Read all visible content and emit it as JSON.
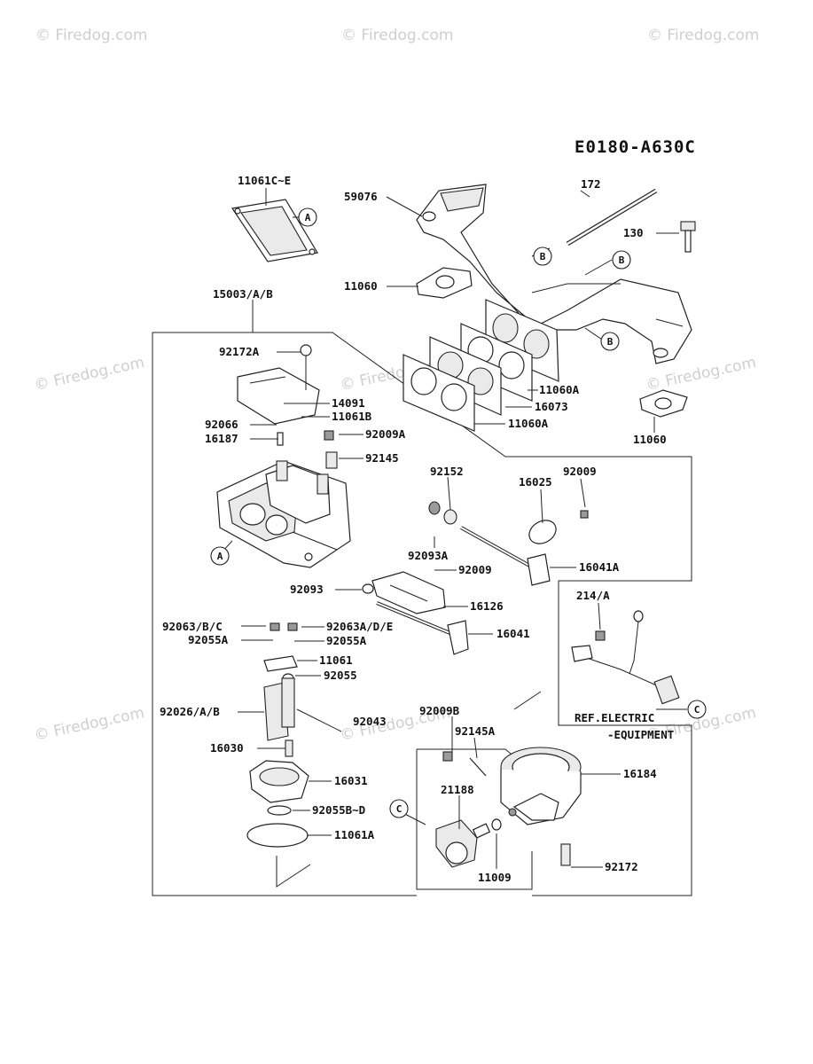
{
  "diagram": {
    "code": "E0180-A630C",
    "watermark": "© Firedog.com",
    "ref_note": {
      "line1": "REF.ELECTRIC",
      "line2": "-EQUIPMENT"
    },
    "markers": [
      "A",
      "B",
      "C"
    ],
    "labels": [
      {
        "id": "l1",
        "text": "11061C~E"
      },
      {
        "id": "l2",
        "text": "15003/A/B"
      },
      {
        "id": "l3",
        "text": "92172A"
      },
      {
        "id": "l4",
        "text": "14091"
      },
      {
        "id": "l5",
        "text": "11061B"
      },
      {
        "id": "l6",
        "text": "92066"
      },
      {
        "id": "l7",
        "text": "16187"
      },
      {
        "id": "l8",
        "text": "92009A"
      },
      {
        "id": "l9",
        "text": "92145"
      },
      {
        "id": "l10",
        "text": "92152"
      },
      {
        "id": "l11",
        "text": "16025"
      },
      {
        "id": "l12",
        "text": "92009"
      },
      {
        "id": "l13",
        "text": "92093A"
      },
      {
        "id": "l14",
        "text": "92009"
      },
      {
        "id": "l15",
        "text": "16041A"
      },
      {
        "id": "l16",
        "text": "92093"
      },
      {
        "id": "l17",
        "text": "16126"
      },
      {
        "id": "l18",
        "text": "92063/B/C"
      },
      {
        "id": "l19",
        "text": "92063A/D/E"
      },
      {
        "id": "l20",
        "text": "92055A"
      },
      {
        "id": "l21",
        "text": "92055A"
      },
      {
        "id": "l22",
        "text": "16041"
      },
      {
        "id": "l23",
        "text": "11061"
      },
      {
        "id": "l24",
        "text": "92055"
      },
      {
        "id": "l25",
        "text": "92026/A/B"
      },
      {
        "id": "l26",
        "text": "92043"
      },
      {
        "id": "l27",
        "text": "16030"
      },
      {
        "id": "l28",
        "text": "16031"
      },
      {
        "id": "l29",
        "text": "92055B~D"
      },
      {
        "id": "l30",
        "text": "11061A"
      },
      {
        "id": "l31",
        "text": "172"
      },
      {
        "id": "l32",
        "text": "59076"
      },
      {
        "id": "l33",
        "text": "130"
      },
      {
        "id": "l34",
        "text": "11060"
      },
      {
        "id": "l35",
        "text": "11060A"
      },
      {
        "id": "l36",
        "text": "16073"
      },
      {
        "id": "l37",
        "text": "11060A"
      },
      {
        "id": "l38",
        "text": "11060"
      },
      {
        "id": "l39",
        "text": "214/A"
      },
      {
        "id": "l40",
        "text": "92009B"
      },
      {
        "id": "l41",
        "text": "92145A"
      },
      {
        "id": "l42",
        "text": "16184"
      },
      {
        "id": "l43",
        "text": "21188"
      },
      {
        "id": "l44",
        "text": "11009"
      },
      {
        "id": "l45",
        "text": "92172"
      }
    ]
  }
}
